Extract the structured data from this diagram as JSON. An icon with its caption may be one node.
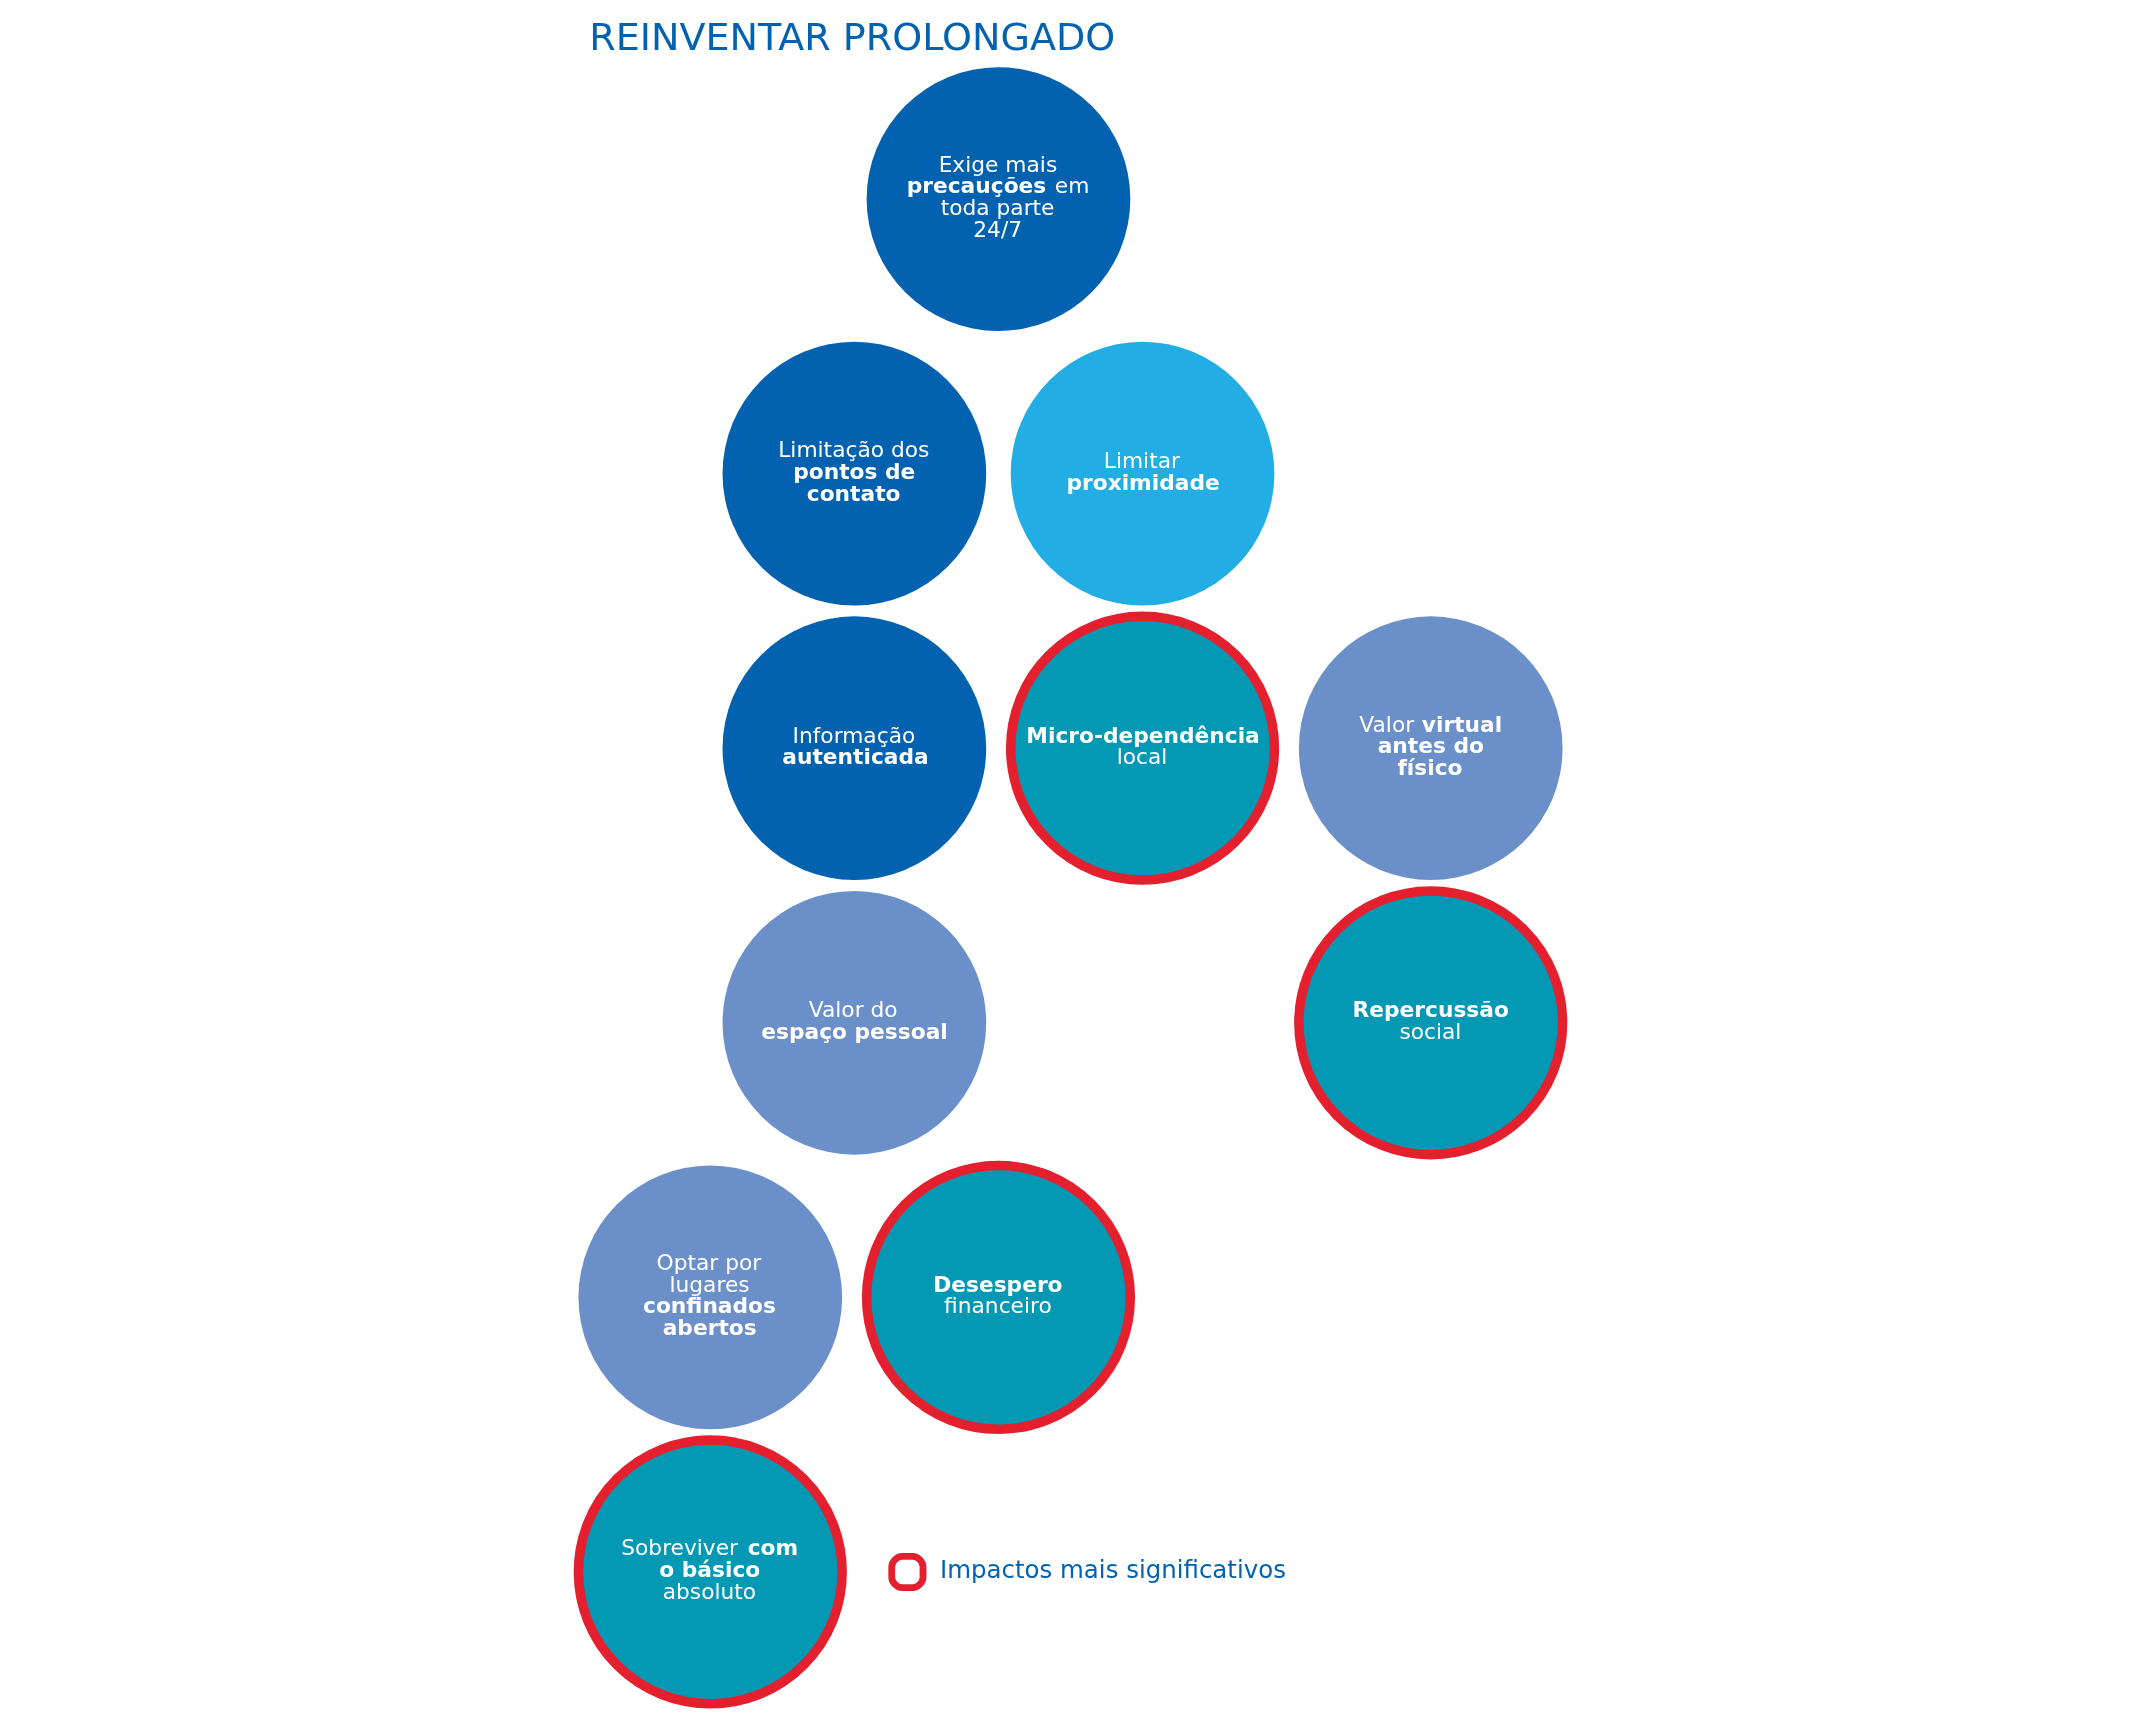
{
  "diagram": {
    "title": "REINVENTAR PROLONGADO",
    "nodes": [
      {
        "text": [
          "Exige mais **precauções** em toda parte 24/7"
        ]
      },
      {
        "text": [
          "Limitação dos **pontos de contato**"
        ]
      },
      {
        "text": [
          "Informação **autenticada**"
        ]
      },
      {
        "text": [
          "Limitar **proximidade**"
        ]
      },
      {
        "text": [
          "Valor **virtual antes do físico**"
        ]
      },
      {
        "text": [
          "Valor do **espaço pessoal**"
        ]
      },
      {
        "text": [
          "Optar por lugares **confinados abertos**"
        ]
      },
      {
        "text": [
          "**Micro-dependência** local"
        ]
      },
      {
        "text": [
          "**Repercussão** social"
        ]
      },
      {
        "text": [
          "**Desespero** financeiro"
        ]
      },
      {
        "text": [
          "Sobreviver **com o básico** absoluto"
        ]
      }
    ],
    "edges": [],
    "legend": [
      {
        "text": "Impactos mais significativos"
      }
    ]
  }
}
